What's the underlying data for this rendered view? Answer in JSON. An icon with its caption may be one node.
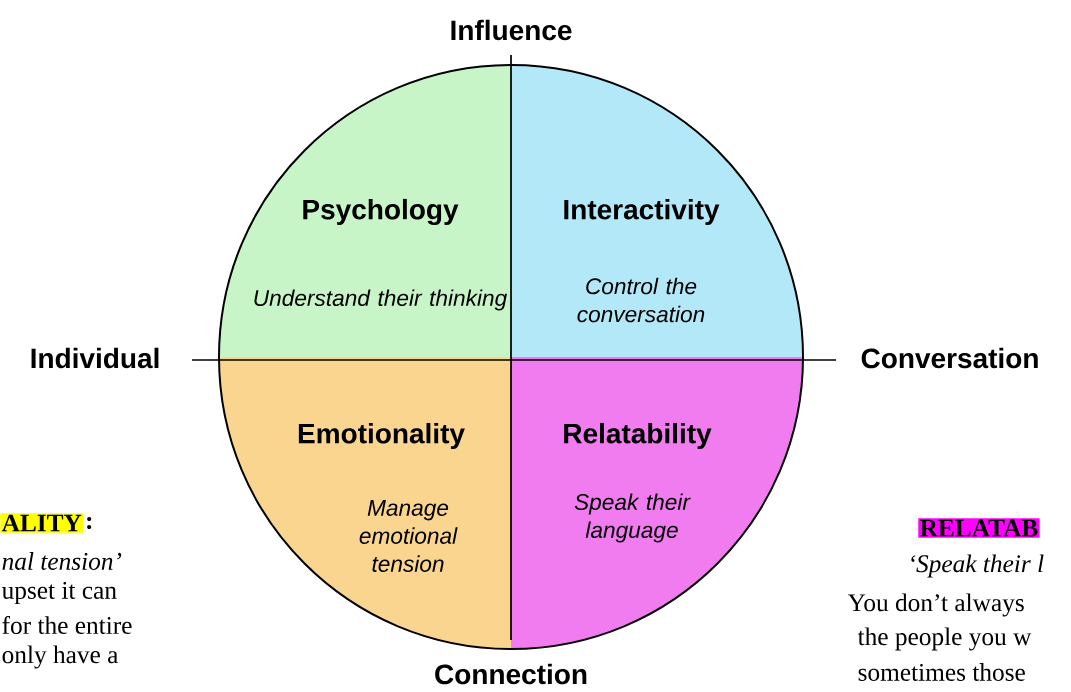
{
  "diagram": {
    "nodes": [
      {
        "text": [
          "Psychology",
          "Understand their thinking"
        ]
      },
      {
        "text": [
          "Interactivity",
          "Control the conversation"
        ]
      },
      {
        "text": [
          "Emotionality",
          "Manage emotional tension"
        ]
      },
      {
        "text": [
          "Relatability",
          "Speak their language"
        ]
      }
    ],
    "labels": [
      "Influence",
      "Individual",
      "Conversation",
      "Connection",
      "ALITY",
      ":",
      "nal tension’",
      "upset it can",
      "for the entire",
      "only have a",
      "RELATAB",
      "‘Speak their l",
      "You don’t always",
      "the people you w",
      "sometimes those"
    ]
  }
}
